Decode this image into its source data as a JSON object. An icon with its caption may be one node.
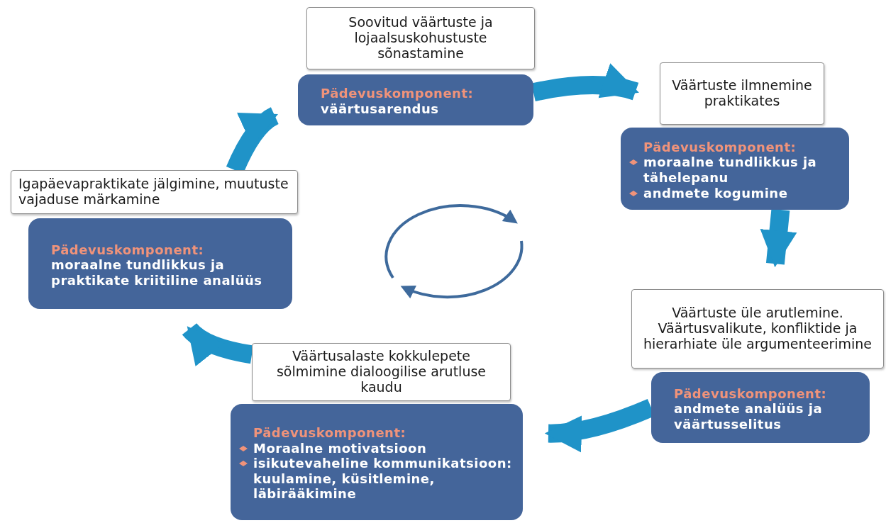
{
  "diagram": {
    "nodes": [
      {
        "text": [
          "Soovitud väärtuste ja lojaalsuskohustuste sõnastamine"
        ]
      },
      {
        "text": [
          "Pädevuskomponent:",
          "väärtusarendus"
        ]
      },
      {
        "text": [
          "Väärtuste ilmnemine praktikates"
        ]
      },
      {
        "text": [
          "Pädevuskomponent:",
          "moraalne tundlikkus ja tähelepanu",
          "andmete kogumine"
        ]
      },
      {
        "text": [
          "Väärtuste üle arutlemine. Väärtusvalikute, konfliktide ja hierarhiate üle argumenteerimine"
        ]
      },
      {
        "text": [
          "Pädevuskomponent:",
          "andmete analüüs ja väärtusselitus"
        ]
      },
      {
        "text": [
          "Väärtusalaste kokkulepete sõlmimine dialoogilise arutluse kaudu"
        ]
      },
      {
        "text": [
          "Pädevuskomponent:",
          "Moraalne motivatsioon",
          "isikutevaheline kommunikatsioon: kuulamine, küsitlemine, läbirääkimine"
        ]
      },
      {
        "text": [
          "Igapäevapraktikate jälgimine, muutuste vajaduse märkamine"
        ]
      },
      {
        "text": [
          "Pädevuskomponent:",
          "moraalne tundlikkus ja praktikate kriitiline analüüs"
        ]
      }
    ],
    "edges": [
      {
        "from": 1,
        "to": 2,
        "arrow": "to"
      },
      {
        "from": 3,
        "to": 4,
        "arrow": "to"
      },
      {
        "from": 5,
        "to": 7,
        "arrow": "to"
      },
      {
        "from": 6,
        "to": 9,
        "arrow": "to"
      },
      {
        "from": 8,
        "to": 1,
        "arrow": "to"
      }
    ]
  }
}
